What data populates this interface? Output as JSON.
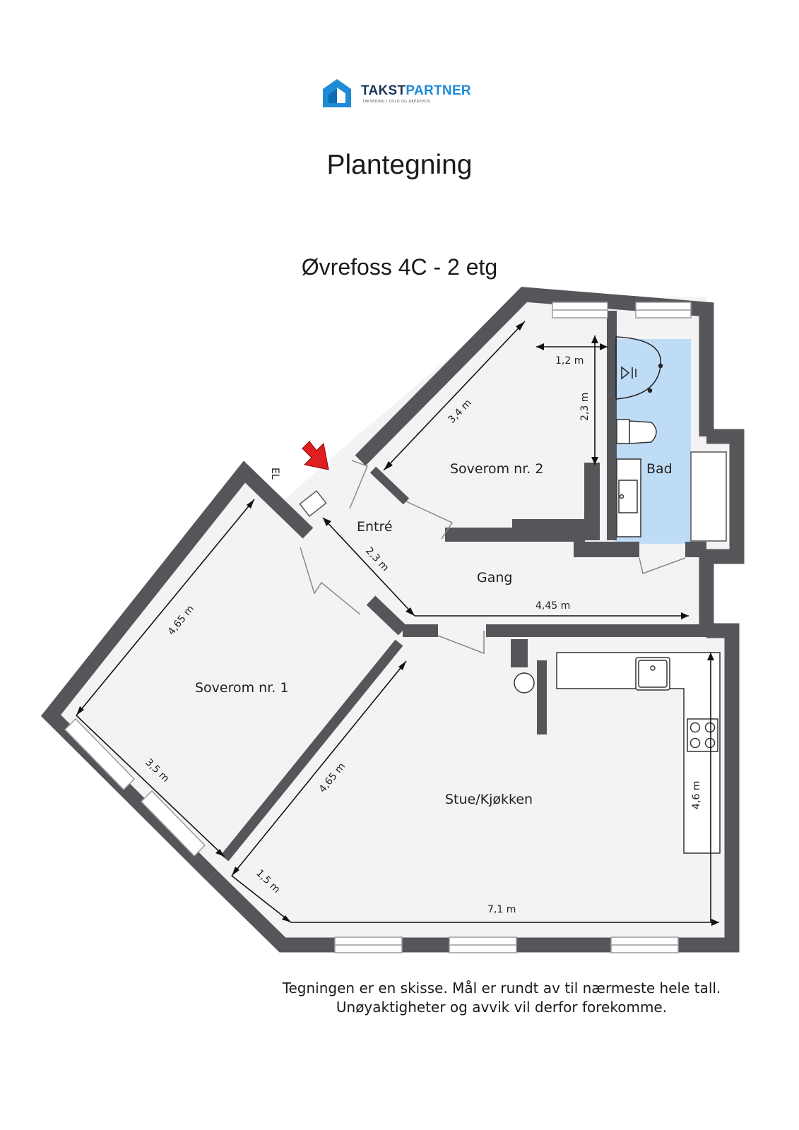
{
  "brand": {
    "name_part1": "TAKST",
    "name_part2": "PARTNER",
    "tagline": "TAKSERING I OSLO OG AKERSHUS",
    "colors": {
      "brand_dark": "#1d3557",
      "brand_blue": "#1e8bd6"
    }
  },
  "title": "Plantegning",
  "subtitle": "Øvrefoss 4C - 2 etg",
  "plan": {
    "colors": {
      "wall": "#545659",
      "floor": "#f3f3f4",
      "bath": "#bfdcf7",
      "entry_arrow": "#e02020"
    },
    "el_label": "EL",
    "rooms": {
      "bedroom1": "Soverom nr. 1",
      "bedroom2": "Soverom nr. 2",
      "bath": "Bad",
      "entry": "Entré",
      "hall": "Gang",
      "living": "Stue/Kjøkken"
    },
    "dimensions": {
      "b2_diag": "3,4 m",
      "b2_top": "1,2 m",
      "b2_height": "2,3 m",
      "entry_diag": "2,3 m",
      "hall_width": "4,45 m",
      "b1_side": "4,65 m",
      "b1_window": "3,5 m",
      "living_diag": "4,65 m",
      "living_short": "1,5 m",
      "living_width": "7,1 m",
      "living_height": "4,6 m"
    }
  },
  "note_line1": "Tegningen er en skisse. Mål er rundt av til nærmeste hele tall.",
  "note_line2": "Unøyaktigheter og avvik vil derfor forekomme."
}
